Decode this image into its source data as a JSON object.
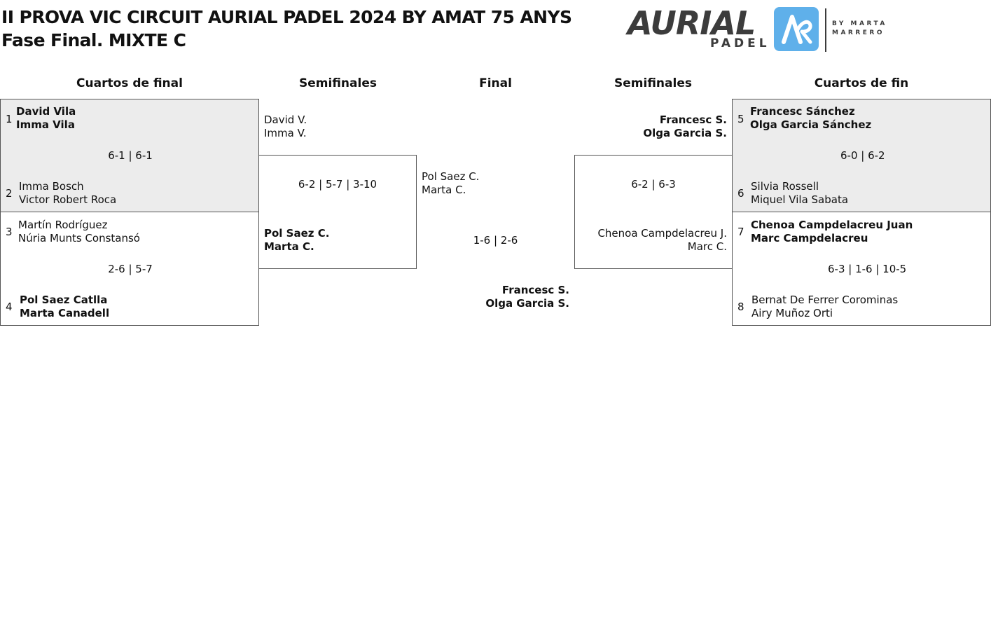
{
  "header": {
    "title_line1": "II PROVA VIC CIRCUIT AURIAL PADEL 2024 BY AMAT 75 ANYS",
    "title_line2": "Fase Final. MIXTE C"
  },
  "logo": {
    "word": "AURIAL",
    "padel": "PADEL",
    "by_line1": "BY  MARTA",
    "by_line2": "MARRERO",
    "accent": "#5fb0ea"
  },
  "rounds": {
    "left_qf": "Cuartos de final",
    "left_sf": "Semifinales",
    "final": "Final",
    "right_sf": "Semifinales",
    "right_qf": "Cuartos de fin"
  },
  "left_qf": {
    "m1": {
      "seed_a": "1",
      "a1": "David Vila",
      "a2": "Imma Vila",
      "score": "6-1 | 6-1",
      "seed_b": "2",
      "b1": "Imma Bosch",
      "b2": "Victor Robert Roca"
    },
    "m2": {
      "seed_a": "3",
      "a1": "Martín Rodríguez",
      "a2": "Núria Munts Constansó",
      "score": "2-6 | 5-7",
      "seed_b": "4",
      "b1": "Pol Saez Catlla",
      "b2": "Marta Canadell"
    }
  },
  "left_sf": {
    "top1": "David V.",
    "top2": "Imma V.",
    "score": "6-2 | 5-7 | 3-10",
    "bot1": "Pol Saez C.",
    "bot2": "Marta C."
  },
  "final": {
    "top1": "Pol Saez C.",
    "top2": "Marta C.",
    "score": "1-6 | 2-6",
    "bot1": "Francesc S.",
    "bot2": "Olga Garcia S."
  },
  "right_sf": {
    "top1": "Francesc S.",
    "top2": "Olga Garcia S.",
    "score": "6-2 | 6-3",
    "bot1": "Chenoa Campdelacreu J.",
    "bot2": "Marc C."
  },
  "right_qf": {
    "m1": {
      "seed_a": "5",
      "a1": "Francesc Sánchez",
      "a2": "Olga Garcia Sánchez",
      "score": "6-0 | 6-2",
      "seed_b": "6",
      "b1": "Silvia Rossell",
      "b2": "Miquel Vila Sabata"
    },
    "m2": {
      "seed_a": "7",
      "a1": "Chenoa Campdelacreu Juan",
      "a2": "Marc Campdelacreu",
      "score": "6-3 | 1-6 | 10-5",
      "seed_b": "8",
      "b1": "Bernat De Ferrer Corominas",
      "b2": "Airy Muñoz Orti"
    }
  }
}
